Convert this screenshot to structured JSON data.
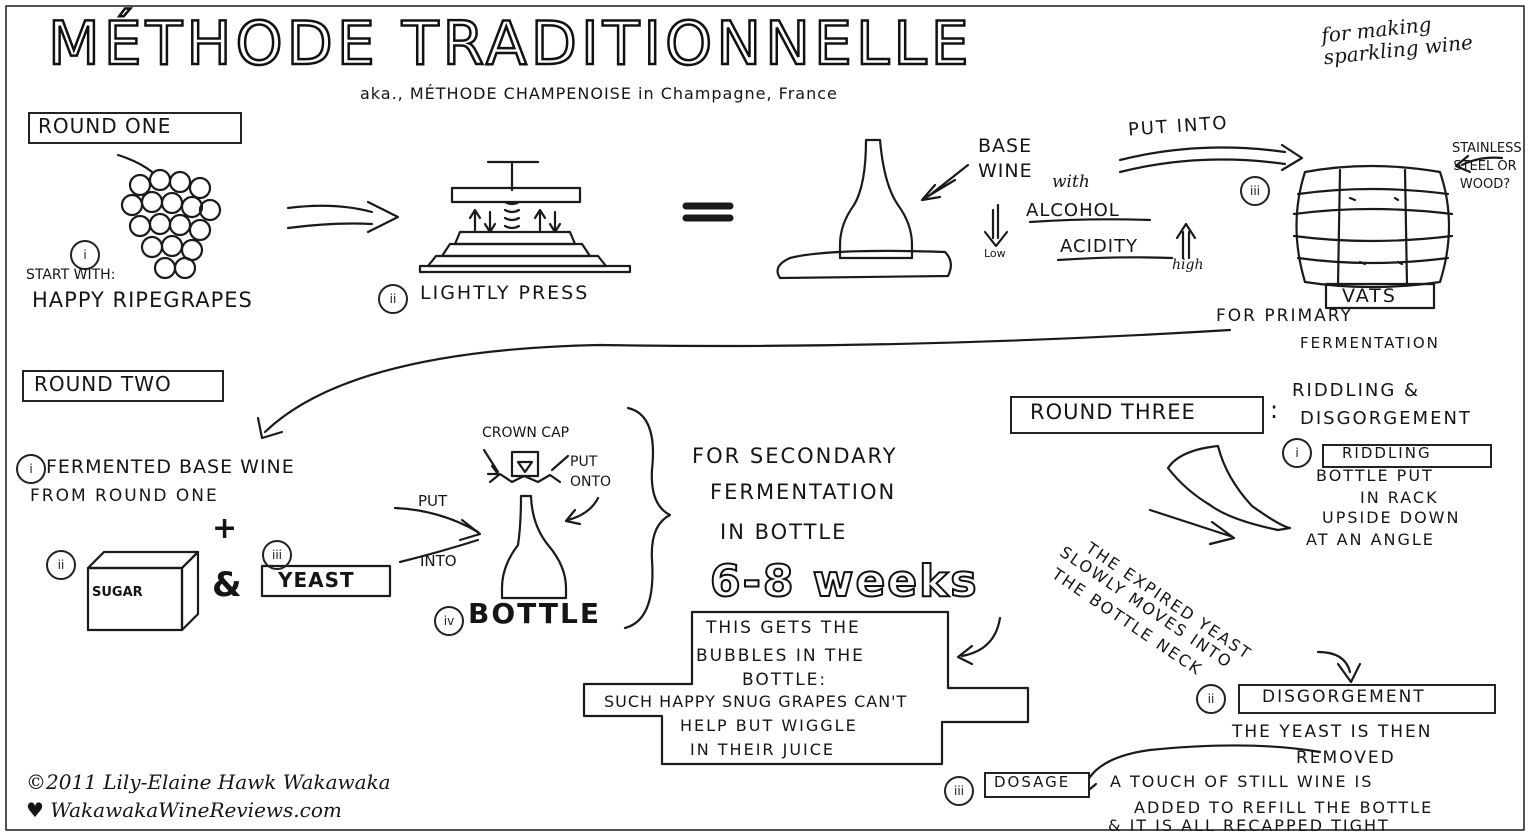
{
  "title": "MÉTHODE TRADITIONNELLE",
  "subtitle": "aka., MÉTHODE CHAMPENOISE in Champagne, France",
  "corner_note": "for making sparkling wine",
  "round_one": {
    "label": "ROUND ONE",
    "step1_num": "i",
    "step1_intro": "START WITH:",
    "step1_text": "HAPPY RIPEGRAPES",
    "step2_num": "ii",
    "step2_text": "LIGHTLY PRESS",
    "equals": "=",
    "base_wine": "BASE WINE",
    "with": "with",
    "alcohol": "ALCOHOL",
    "low": "Low",
    "acidity": "ACIDITY",
    "high": "high",
    "put_into": "PUT INTO",
    "step3_num": "iii",
    "vessel_note": "STAINLESS STEEL OR WOOD?",
    "vats": "VATS",
    "for_primary": "FOR PRIMARY",
    "fermentation": "FERMENTATION"
  },
  "round_two": {
    "label": "ROUND TWO",
    "step1_num": "i",
    "step1_line1": "FERMENTED BASE WINE",
    "step1_line2": "FROM ROUND ONE",
    "plus": "+",
    "step2_num": "ii",
    "sugar": "SUGAR",
    "amp": "&",
    "step3_num": "iii",
    "yeast": "YEAST",
    "put": "PUT",
    "into": "INTO",
    "crown_cap": "CROWN CAP",
    "put_onto": "PUT ONTO",
    "step4_num": "iv",
    "bottle": "BOTTLE",
    "secondary_1": "FOR SECONDARY",
    "secondary_2": "FERMENTATION",
    "secondary_3": "IN BOTTLE",
    "duration": "6-8 weeks",
    "bubbles_1": "THIS GETS THE",
    "bubbles_2": "BUBBLES IN THE",
    "bubbles_3": "BOTTLE:",
    "bubbles_4": "SUCH HAPPY SNUG GRAPES CAN'T",
    "bubbles_5": "HELP BUT WIGGLE",
    "bubbles_6": "IN THEIR JUICE"
  },
  "round_three": {
    "label": "ROUND THREE",
    "colon": ":",
    "heading_1": "RIDDLING &",
    "heading_2": "DISGORGEMENT",
    "step1_num": "i",
    "riddling": "RIDDLING",
    "riddling_1": "BOTTLE PUT",
    "riddling_2": "IN RACK",
    "riddling_3": "UPSIDE DOWN",
    "riddling_4": "AT AN ANGLE",
    "yeast_1": "THE EXPIRED YEAST",
    "yeast_2": "SLOWLY MOVES INTO",
    "yeast_3": "THE BOTTLE NECK",
    "step2_num": "ii",
    "disgorgement": "DISGORGEMENT",
    "disg_1": "THE YEAST IS THEN",
    "disg_2": "REMOVED",
    "step3_num": "iii",
    "dosage": "DOSAGE",
    "dosage_1": "A TOUCH OF STILL WINE IS",
    "dosage_2": "ADDED TO REFILL THE BOTTLE",
    "dosage_3": "& IT IS ALL RECAPPED TIGHT"
  },
  "credit": {
    "line1": "©2011 Lily-Elaine Hawk Wakawaka",
    "line2": "♥ WakawakaWineReviews.com"
  }
}
